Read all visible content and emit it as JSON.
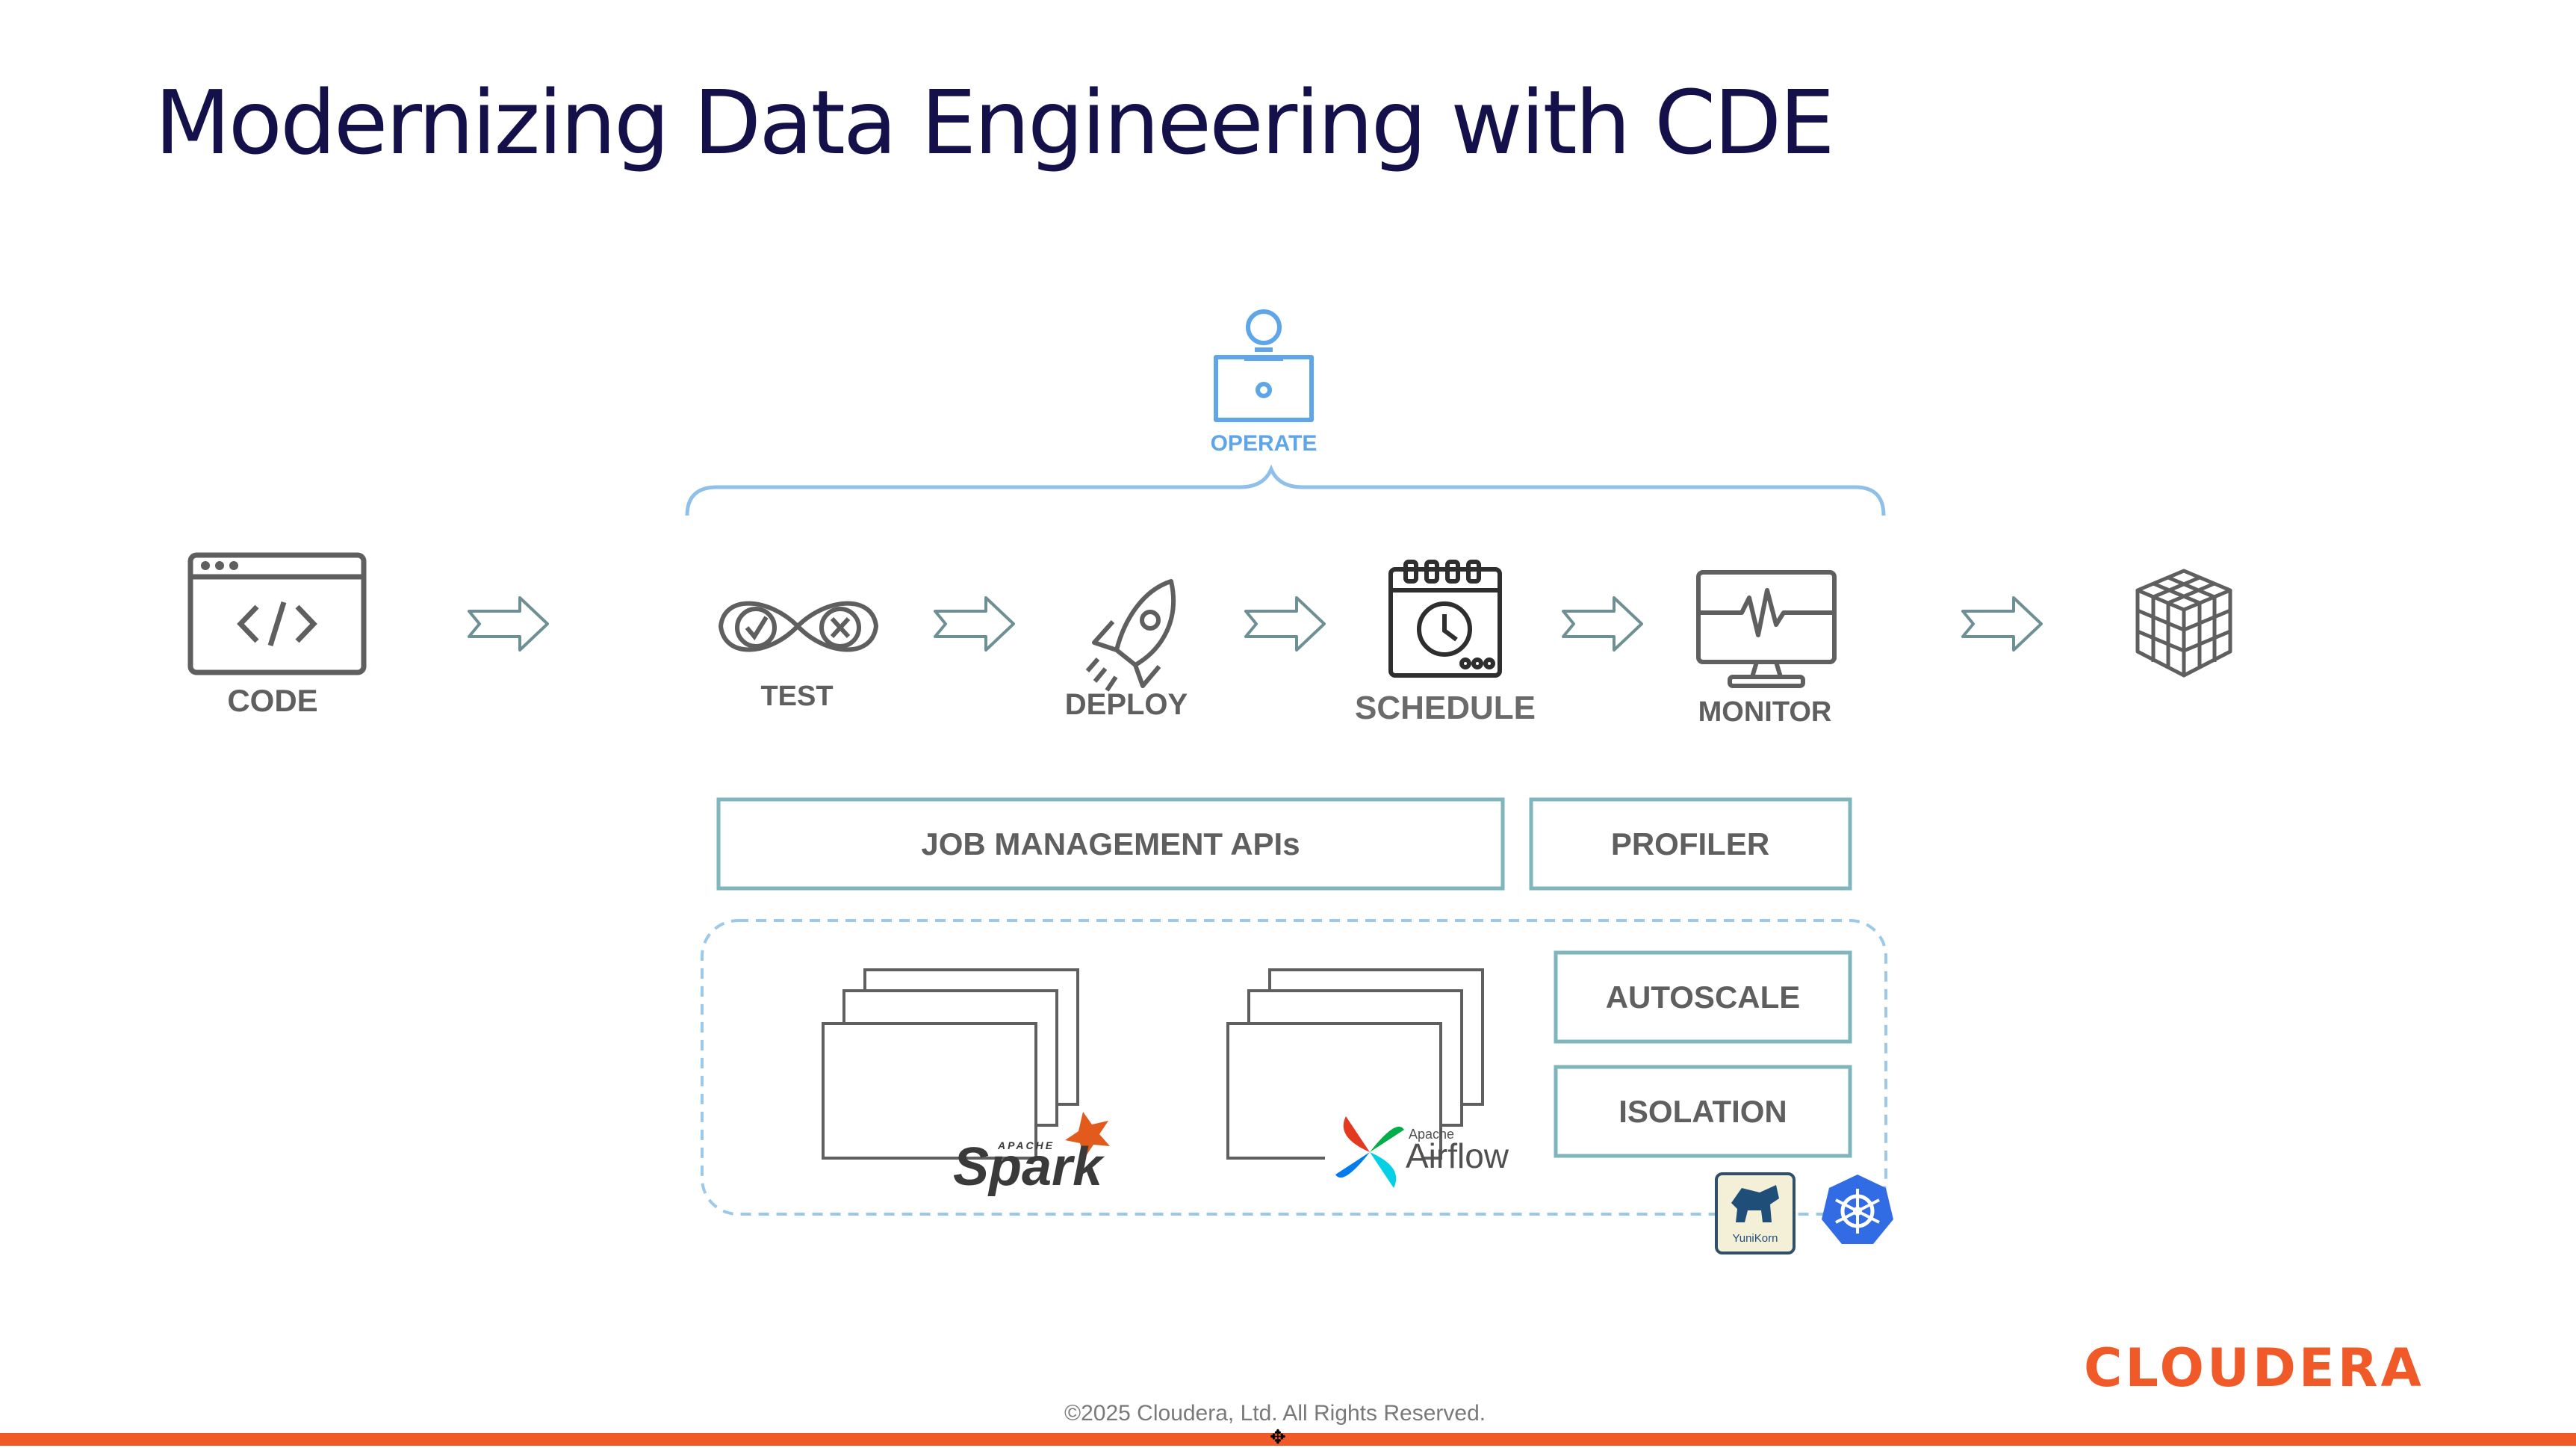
{
  "slide": {
    "title": "Modernizing Data Engineering with CDE",
    "brand": "CLOUDERA",
    "footer": "©2025 Cloudera, Ltd. All Rights Reserved.",
    "accent_color": "#f05a28",
    "title_color": "#13104a"
  },
  "operate": {
    "label": "OPERATE",
    "icon": "operator-laptop-icon",
    "color": "#5ea6e8"
  },
  "pipeline": [
    {
      "label": "CODE",
      "icon": "code-window-icon"
    },
    {
      "label": "TEST",
      "icon": "infinity-check-icon"
    },
    {
      "label": "DEPLOY",
      "icon": "rocket-icon"
    },
    {
      "label": "SCHEDULE",
      "icon": "calendar-clock-icon"
    },
    {
      "label": "MONITOR",
      "icon": "monitor-heartbeat-icon"
    },
    {
      "label": "",
      "icon": "data-cube-icon"
    }
  ],
  "boxes": {
    "job_apis": "JOB MANAGEMENT APIs",
    "profiler": "PROFILER",
    "autoscale": "AUTOSCALE",
    "isolation": "ISOLATION",
    "border_color": "#7fb5bd"
  },
  "logos": {
    "spark_small": "APACHE",
    "spark": "Spark",
    "airflow_small": "Apache",
    "airflow": "Airflow",
    "yunikorn": "YuniKorn",
    "kubernetes_icon": "kubernetes-helm-icon"
  }
}
